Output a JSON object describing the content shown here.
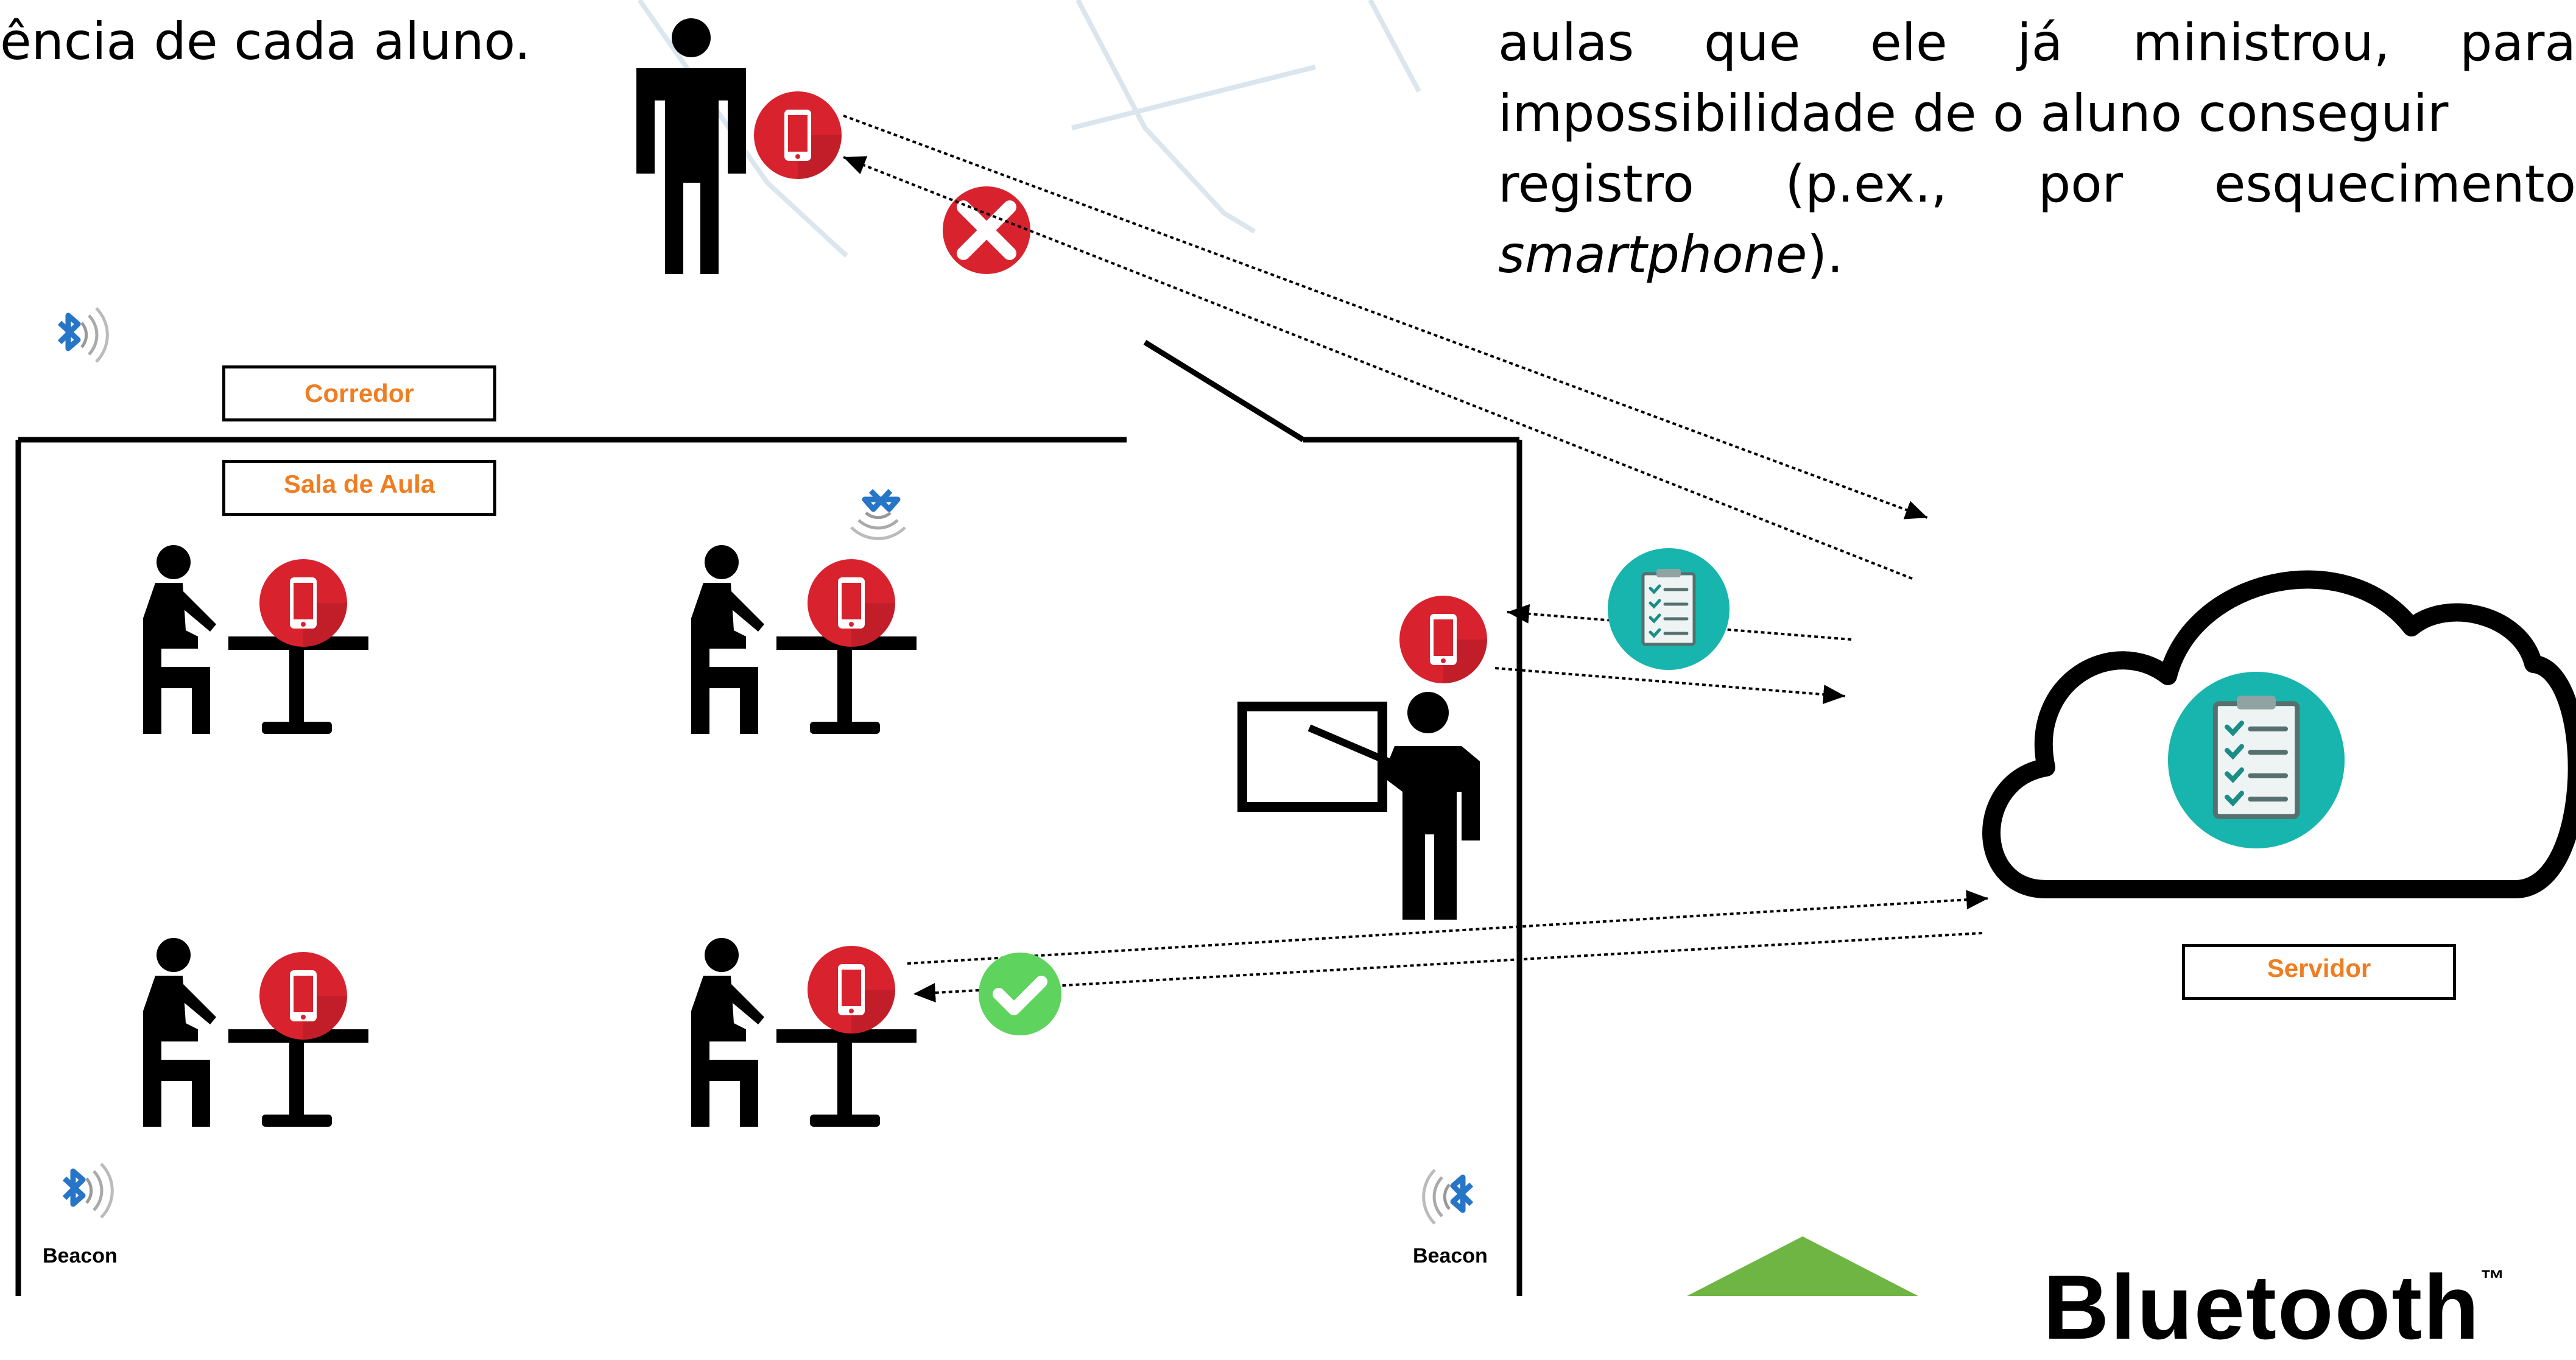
{
  "text": {
    "top_left_fragment": "ência de cada aluno.",
    "right_line1": [
      "aulas",
      "que",
      "ele",
      "já",
      "ministrou,",
      "para"
    ],
    "right_line2": "impossibilidade de o aluno conseguir",
    "right_line3": [
      "registro",
      "(p.ex.,",
      "por",
      "esquecimento"
    ],
    "right_line4_italic": "smartphone",
    "right_line4_rest": ")."
  },
  "labels": {
    "corridor": "Corredor",
    "classroom": "Sala de Aula",
    "server": "Servidor",
    "beacon_left": "Beacon",
    "beacon_right": "Beacon"
  },
  "brand": {
    "text": "Bluetooth",
    "tm": "™"
  },
  "colors": {
    "phone_red": "#d8232f",
    "accept_green": "#5ed35e",
    "reject_red": "#d8232f",
    "cloud_teal": "#17b5ae",
    "bluetooth_blue": "#2775c6",
    "label_orange": "#ef7d22",
    "bottom_green": "#6fb544"
  },
  "icons": {
    "phone": "smartphone-icon",
    "accept": "check-circle-icon",
    "reject": "x-circle-icon",
    "checklist": "checklist-icon",
    "cloud": "cloud-icon",
    "bluetooth": "bluetooth-icon"
  }
}
